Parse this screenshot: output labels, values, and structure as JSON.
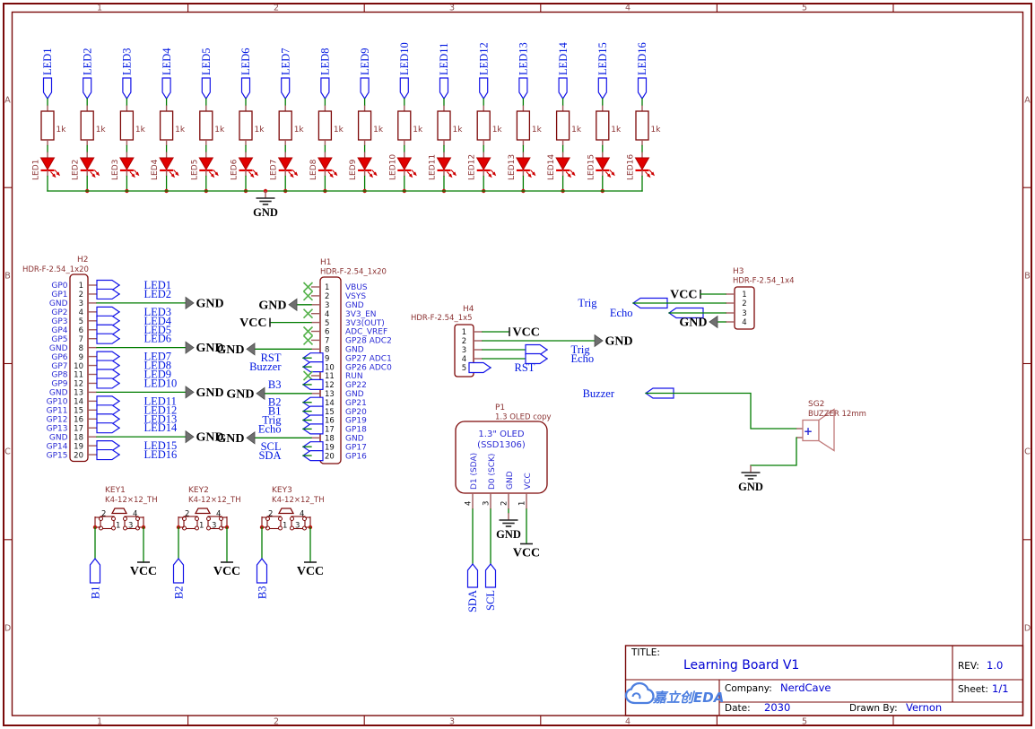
{
  "frame": {
    "cols": [
      "1",
      "2",
      "3",
      "4",
      "5"
    ],
    "rows": [
      "A",
      "B",
      "C",
      "D"
    ]
  },
  "power": {
    "gnd": "GND",
    "vcc": "VCC"
  },
  "led_rail": {
    "nets": [
      "LED1",
      "LED2",
      "LED3",
      "LED4",
      "LED5",
      "LED6",
      "LED7",
      "LED8",
      "LED9",
      "LED10",
      "LED11",
      "LED12",
      "LED13",
      "LED14",
      "LED15",
      "LED16"
    ],
    "refs": [
      "LED1",
      "LED2",
      "LED3",
      "LED4",
      "LED5",
      "LED6",
      "LED7",
      "LED8",
      "LED9",
      "LED10",
      "LED11",
      "LED12",
      "LED13",
      "LED14",
      "LED15",
      "LED16"
    ],
    "resistor_value": "1k"
  },
  "h2": {
    "ref": "H2",
    "footprint": "HDR-F-2.54_1x20",
    "pins": [
      {
        "n": "1",
        "label": "GP0",
        "conn": "flag",
        "net": "LED1"
      },
      {
        "n": "2",
        "label": "GP1",
        "conn": "flag",
        "net": "LED2"
      },
      {
        "n": "3",
        "label": "GND",
        "conn": "gnd"
      },
      {
        "n": "4",
        "label": "GP2",
        "conn": "flag",
        "net": "LED3"
      },
      {
        "n": "5",
        "label": "GP3",
        "conn": "flag",
        "net": "LED4"
      },
      {
        "n": "6",
        "label": "GP4",
        "conn": "flag",
        "net": "LED5"
      },
      {
        "n": "7",
        "label": "GP5",
        "conn": "flag",
        "net": "LED6"
      },
      {
        "n": "8",
        "label": "GND",
        "conn": "gnd"
      },
      {
        "n": "9",
        "label": "GP6",
        "conn": "flag",
        "net": "LED7"
      },
      {
        "n": "10",
        "label": "GP7",
        "conn": "flag",
        "net": "LED8"
      },
      {
        "n": "11",
        "label": "GP8",
        "conn": "flag",
        "net": "LED9"
      },
      {
        "n": "12",
        "label": "GP9",
        "conn": "flag",
        "net": "LED10"
      },
      {
        "n": "13",
        "label": "GND",
        "conn": "gnd"
      },
      {
        "n": "14",
        "label": "GP10",
        "conn": "flag",
        "net": "LED11"
      },
      {
        "n": "15",
        "label": "GP11",
        "conn": "flag",
        "net": "LED12"
      },
      {
        "n": "16",
        "label": "GP12",
        "conn": "flag",
        "net": "LED13"
      },
      {
        "n": "17",
        "label": "GP13",
        "conn": "flag",
        "net": "LED14"
      },
      {
        "n": "18",
        "label": "GND",
        "conn": "gnd"
      },
      {
        "n": "19",
        "label": "GP14",
        "conn": "flag",
        "net": "LED15"
      },
      {
        "n": "20",
        "label": "GP15",
        "conn": "flag",
        "net": "LED16"
      }
    ]
  },
  "h1": {
    "ref": "H1",
    "footprint": "HDR-F-2.54_1x20",
    "pins": [
      {
        "n": "1",
        "name": "VBUS",
        "conn": "nc"
      },
      {
        "n": "2",
        "name": "VSYS",
        "conn": "nc"
      },
      {
        "n": "3",
        "name": "GND",
        "conn": "gnd"
      },
      {
        "n": "4",
        "name": "3V3_EN",
        "conn": "nc"
      },
      {
        "n": "5",
        "name": "3V3(OUT)",
        "conn": "vcc"
      },
      {
        "n": "6",
        "name": "ADC_VREF",
        "conn": "nc"
      },
      {
        "n": "7",
        "name": "GP28 ADC2",
        "conn": "nc"
      },
      {
        "n": "8",
        "name": "GND",
        "conn": "gnd"
      },
      {
        "n": "9",
        "name": "GP27 ADC1",
        "conn": "flag",
        "net": "RST"
      },
      {
        "n": "10",
        "name": "GP26 ADC0",
        "conn": "flag",
        "net": "Buzzer"
      },
      {
        "n": "11",
        "name": "RUN",
        "conn": "nc"
      },
      {
        "n": "12",
        "name": "GP22",
        "conn": "flag",
        "net": "B3"
      },
      {
        "n": "13",
        "name": "GND",
        "conn": "gnd"
      },
      {
        "n": "14",
        "name": "GP21",
        "conn": "flag",
        "net": "B2"
      },
      {
        "n": "15",
        "name": "GP20",
        "conn": "flag",
        "net": "B1"
      },
      {
        "n": "16",
        "name": "GP19",
        "conn": "flag",
        "net": "Trig"
      },
      {
        "n": "17",
        "name": "GP18",
        "conn": "flag",
        "net": "Echo"
      },
      {
        "n": "18",
        "name": "GND",
        "conn": "gnd"
      },
      {
        "n": "19",
        "name": "GP17",
        "conn": "flag",
        "net": "SCL"
      },
      {
        "n": "20",
        "name": "GP16",
        "conn": "flag",
        "net": "SDA"
      }
    ]
  },
  "h4": {
    "ref": "H4",
    "footprint": "HDR-F-2.54_1x5",
    "pins": [
      {
        "n": "1",
        "conn": "vcc"
      },
      {
        "n": "2",
        "conn": "gnd"
      },
      {
        "n": "3",
        "conn": "flag",
        "net": "Trig"
      },
      {
        "n": "4",
        "conn": "flag",
        "net": "Echo"
      },
      {
        "n": "5",
        "conn": "flag",
        "net": "RST"
      }
    ]
  },
  "h3": {
    "ref": "H3",
    "footprint": "HDR-F-2.54_1x4",
    "pins": [
      {
        "n": "1",
        "conn": "vcc"
      },
      {
        "n": "2",
        "conn": "flag",
        "net": "Trig"
      },
      {
        "n": "3",
        "conn": "flag",
        "net": "Echo"
      },
      {
        "n": "4",
        "conn": "gnd"
      }
    ]
  },
  "keys": {
    "footprint": "K4-12×12_TH",
    "pin_numbers": [
      "2",
      "1",
      "4",
      "3"
    ],
    "items": [
      {
        "ref": "KEY1",
        "net": "B1"
      },
      {
        "ref": "KEY2",
        "net": "B2"
      },
      {
        "ref": "KEY3",
        "net": "B3"
      }
    ]
  },
  "oled": {
    "ref": "P1",
    "footprint": "1.3 OLED copy",
    "display_line1": "1.3\" OLED",
    "display_line2": "(SSD1306)",
    "pins": [
      {
        "n": "4",
        "name": "D1 (SDA)",
        "conn": "flag",
        "net": "SDA"
      },
      {
        "n": "3",
        "name": "D0 (SCK)",
        "conn": "flag",
        "net": "SCL"
      },
      {
        "n": "2",
        "name": "GND",
        "conn": "gnd"
      },
      {
        "n": "1",
        "name": "VCC",
        "conn": "vcc"
      }
    ]
  },
  "buzzer": {
    "net": "Buzzer",
    "ref": "SG2",
    "part": "BUZZER 12mm",
    "plus": "+"
  },
  "title_block": {
    "title_label": "TITLE:",
    "title": "Learning Board V1",
    "rev_label": "REV:",
    "rev": "1.0",
    "company_label": "Company:",
    "company": "NerdCave",
    "sheet_label": "Sheet:",
    "sheet": "1/1",
    "date_label": "Date:",
    "date": "2030",
    "drawn_label": "Drawn By:",
    "drawn": "Vernon",
    "logo_text": "嘉立创EDA"
  }
}
